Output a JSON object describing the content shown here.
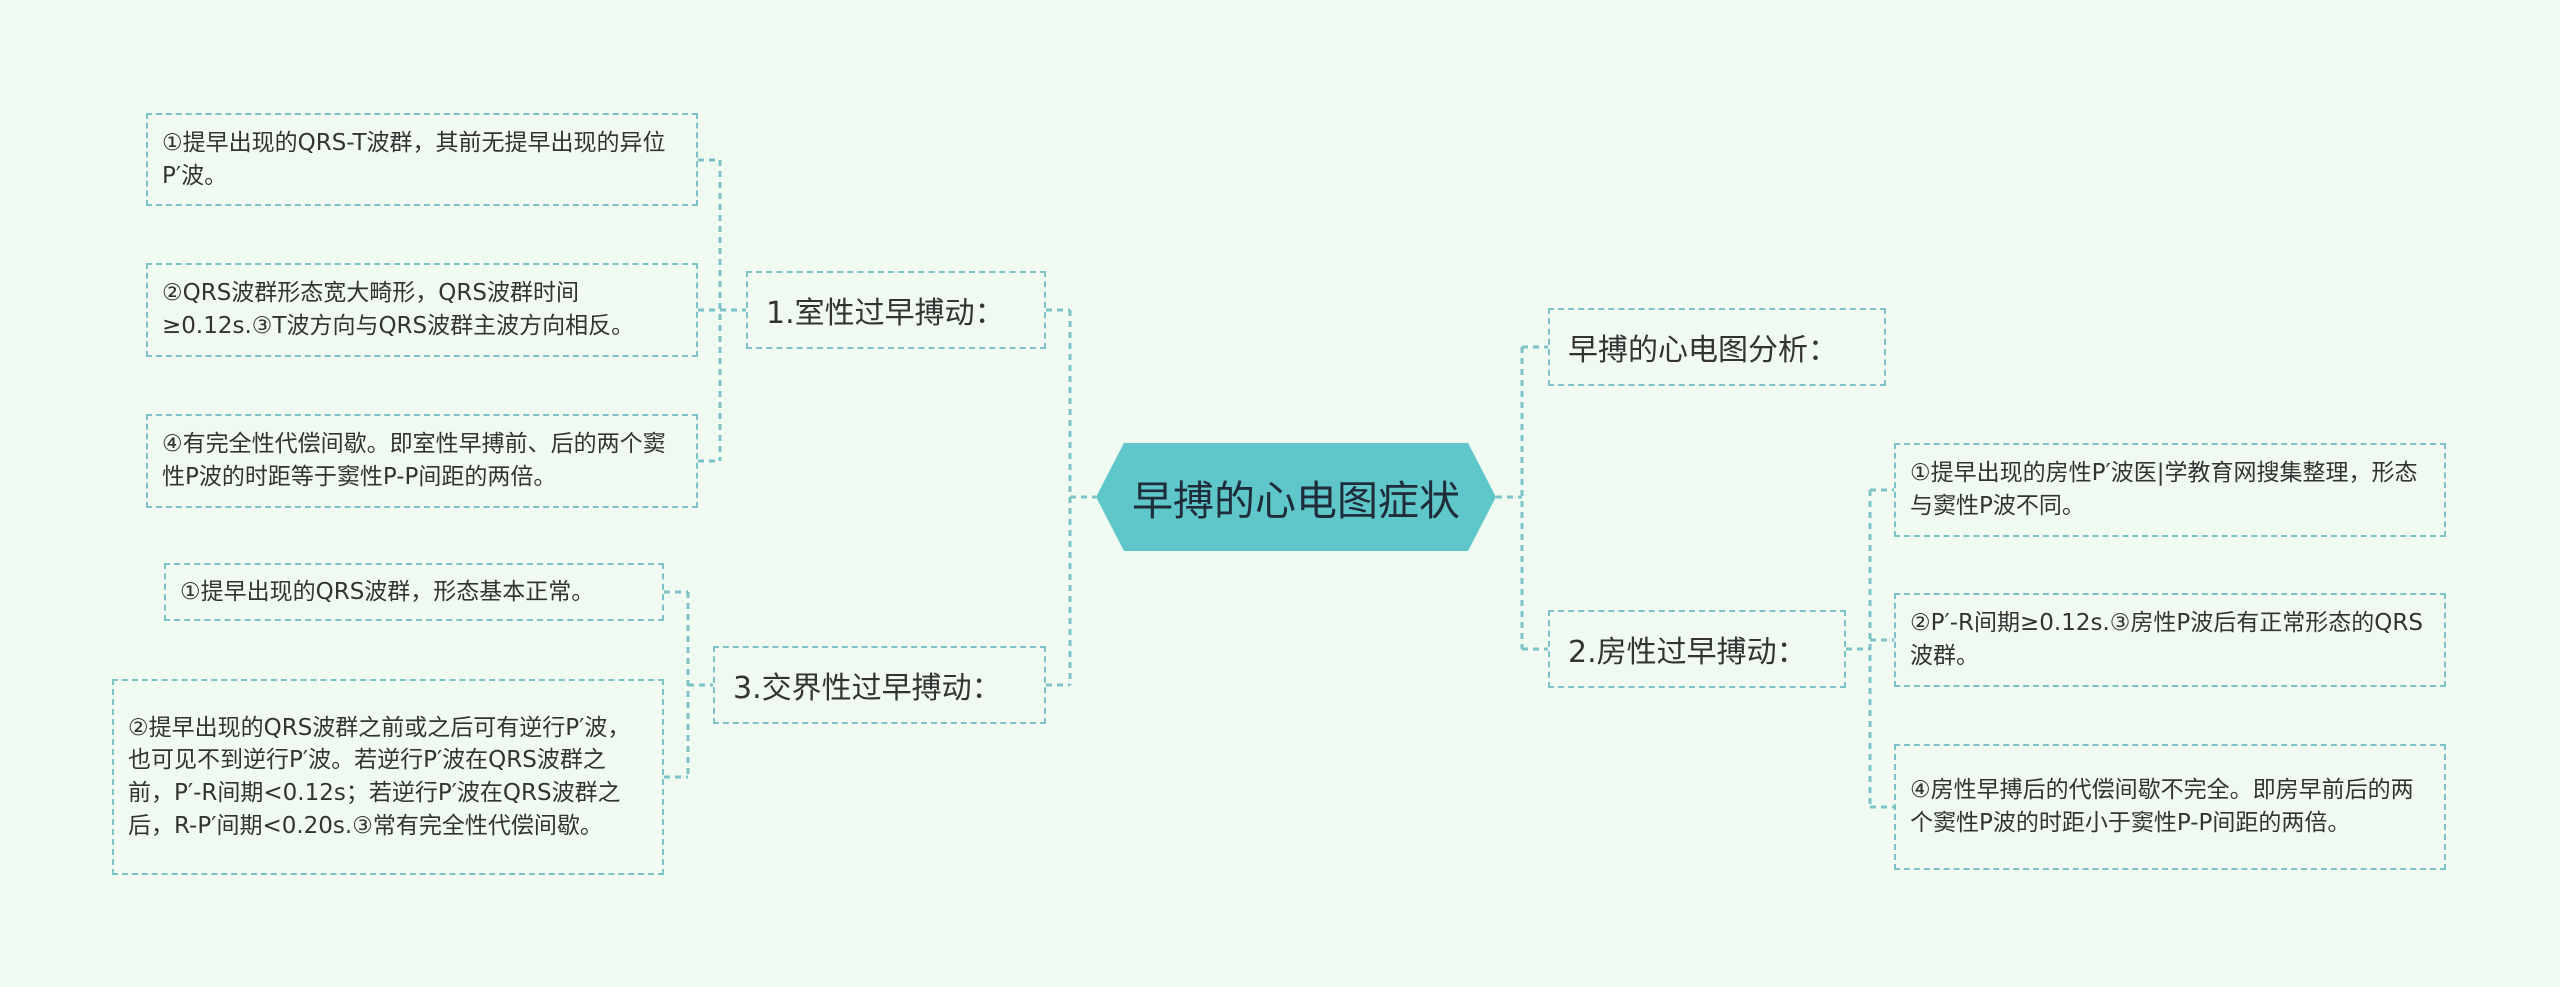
{
  "colors": {
    "background": "#f1faf0",
    "root_fill": "#5fc7ca",
    "connector": "#7cc3c9"
  },
  "root": {
    "label": "早搏的心电图症状"
  },
  "left": [
    {
      "label": "1.室性过早搏动：",
      "items": [
        "①提早出现的QRS-T波群，其前无提早出现的异位P′波。",
        "②QRS波群形态宽大畸形，QRS波群时间≥0.12s.③T波方向与QRS波群主波方向相反。",
        "④有完全性代偿间歇。即室性早搏前、后的两个窦性P波的时距等于窦性P-P间距的两倍。"
      ]
    },
    {
      "label": "3.交界性过早搏动：",
      "items": [
        "①提早出现的QRS波群，形态基本正常。",
        "②提早出现的QRS波群之前或之后可有逆行P′波，也可见不到逆行P′波。若逆行P′波在QRS波群之前，P′-R间期<0.12s；若逆行P′波在QRS波群之后，R-P′间期<0.20s.③常有完全性代偿间歇。"
      ]
    }
  ],
  "right": [
    {
      "label": "早搏的心电图分析：",
      "items": []
    },
    {
      "label": "2.房性过早搏动：",
      "items": [
        "①提早出现的房性P′波医|学教育网搜集整理，形态与窦性P波不同。",
        "②P′-R间期≥0.12s.③房性P波后有正常形态的QRS波群。",
        "④房性早搏后的代偿间歇不完全。即房早前后的两个窦性P波的时距小于窦性P-P间距的两倍。"
      ]
    }
  ]
}
